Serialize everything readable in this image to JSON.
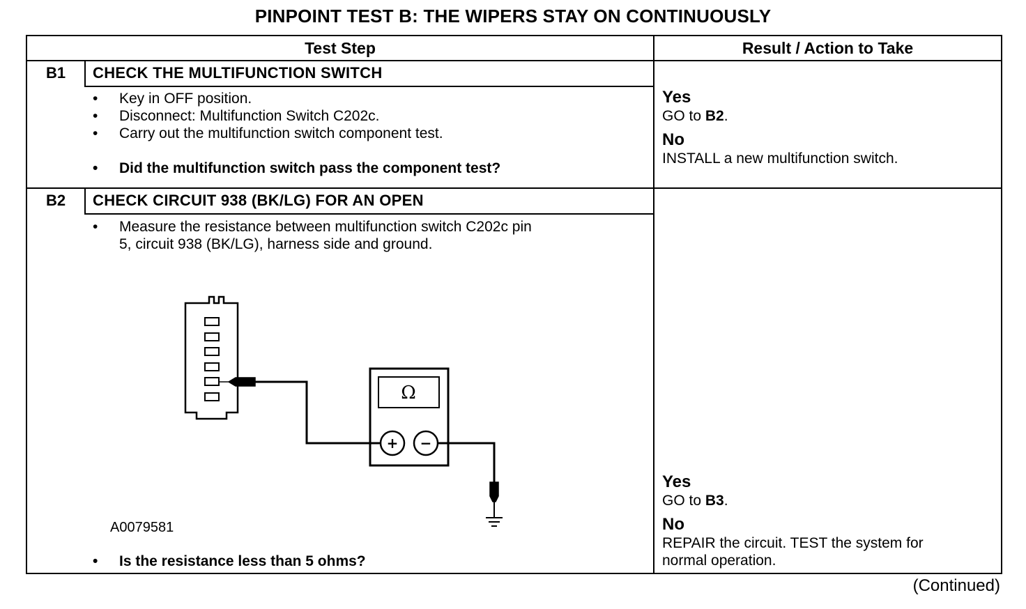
{
  "title": "PINPOINT TEST B: THE WIPERS STAY ON CONTINUOUSLY",
  "headers": {
    "step": "Test Step",
    "result": "Result / Action to Take"
  },
  "steps": [
    {
      "id": "B1",
      "title": "CHECK THE MULTIFUNCTION SWITCH",
      "bullets": [
        "Key in OFF position.",
        "Disconnect:  Multifunction Switch C202c.",
        "Carry out the multifunction switch component test."
      ],
      "question": "Did the multifunction switch pass the component test?",
      "yes_label": "Yes",
      "yes_prefix": "GO to ",
      "yes_target": "B2",
      "yes_suffix": ".",
      "no_label": "No",
      "no_text": "INSTALL a new multifunction switch."
    },
    {
      "id": "B2",
      "title": "CHECK CIRCUIT 938 (BK/LG) FOR AN OPEN",
      "bullet_line1": "Measure the resistance between multifunction switch C202c pin",
      "bullet_line2": "5, circuit 938 (BK/LG), harness side and ground.",
      "figure_id": "A0079581",
      "meter_symbol": "Ω",
      "meter_plus": "+",
      "meter_minus": "−",
      "question": "Is the resistance less than 5 ohms?",
      "yes_label": "Yes",
      "yes_prefix": "GO to ",
      "yes_target": "B3",
      "yes_suffix": ".",
      "no_label": "No",
      "no_line1": "REPAIR the circuit. TEST the system for",
      "no_line2": "normal operation."
    }
  ],
  "bullet_char": "•",
  "continued": "(Continued)"
}
